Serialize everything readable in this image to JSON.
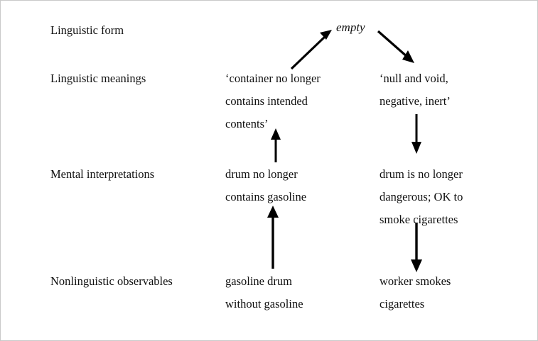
{
  "figure": {
    "title": "empty",
    "background_color": "#ffffff",
    "ink_color": "#000000"
  },
  "row_labels": [
    {
      "id": "linguistic-form",
      "label": "Linguistic form"
    },
    {
      "id": "linguistic-meanings",
      "label": "Linguistic meanings"
    },
    {
      "id": "mental-interpretations",
      "label": "Mental interpretations"
    },
    {
      "id": "nonlinguistic-observables",
      "label": "Nonlinguistic observables"
    }
  ],
  "term": {
    "text": "empty",
    "style": "italic"
  },
  "cells": {
    "meaning_left": {
      "lines": [
        "‘container no longer",
        "contains intended",
        "contents’"
      ]
    },
    "meaning_right": {
      "lines": [
        "‘null and void,",
        "negative, inert’"
      ]
    },
    "mental_left": {
      "lines": [
        "drum no longer",
        "contains gasoline"
      ]
    },
    "mental_right": {
      "lines": [
        "drum is no longer",
        "dangerous; OK to",
        "smoke cigarettes"
      ]
    },
    "observable_left": {
      "lines": [
        "gasoline drum",
        "without gasoline"
      ]
    },
    "observable_right": {
      "lines": [
        "worker smokes",
        "cigarettes"
      ]
    }
  },
  "arrows": [
    {
      "id": "arrow-meaning-left-to-term",
      "direction": "up-right",
      "from": "meaning_left",
      "to": "term"
    },
    {
      "id": "arrow-term-to-meaning-right",
      "direction": "down-right",
      "from": "term",
      "to": "meaning_right"
    },
    {
      "id": "arrow-mental-left-to-meaning-left",
      "direction": "up",
      "from": "mental_left",
      "to": "meaning_left"
    },
    {
      "id": "arrow-observable-left-to-mental-left",
      "direction": "up",
      "from": "observable_left",
      "to": "mental_left"
    },
    {
      "id": "arrow-meaning-right-to-mental-right",
      "direction": "down",
      "from": "meaning_right",
      "to": "mental_right"
    },
    {
      "id": "arrow-mental-right-to-observable-right",
      "direction": "down",
      "from": "mental_right",
      "to": "observable_right"
    }
  ]
}
